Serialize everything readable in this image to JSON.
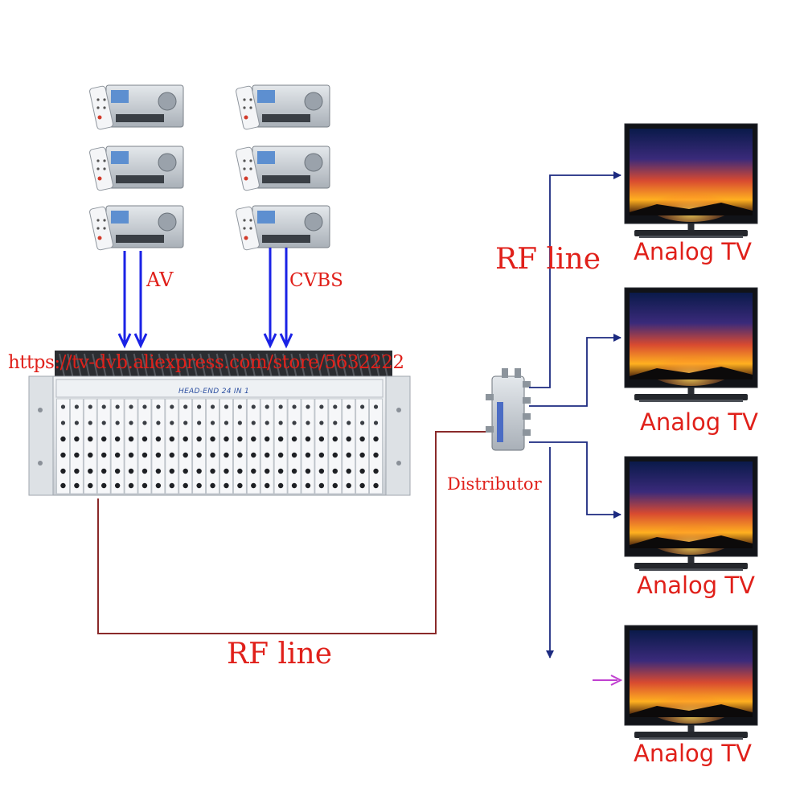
{
  "labels": {
    "av": "AV",
    "cvbs": "CVBS",
    "rf_line_top": "RF line",
    "rf_line_bottom": "RF line",
    "distributor": "Distributor",
    "watermark": "https://tv-dvb.aliexpress.com/store/5632222",
    "headend_panel": "HEAD-END 24 IN 1"
  },
  "tvs": [
    {
      "label": "Analog TV"
    },
    {
      "label": "Analog TV"
    },
    {
      "label": "Analog TV"
    },
    {
      "label": "Analog TV"
    }
  ],
  "receivers": {
    "columns": 2,
    "rows": 3
  },
  "headend": {
    "modules": 24
  },
  "colors": {
    "label_red": "#e0201a",
    "arrow_blue": "#1a22e6",
    "line_navy": "#1c2a80",
    "rf_cable": "#8a2a2a",
    "arrow_magenta": "#c040d0"
  }
}
